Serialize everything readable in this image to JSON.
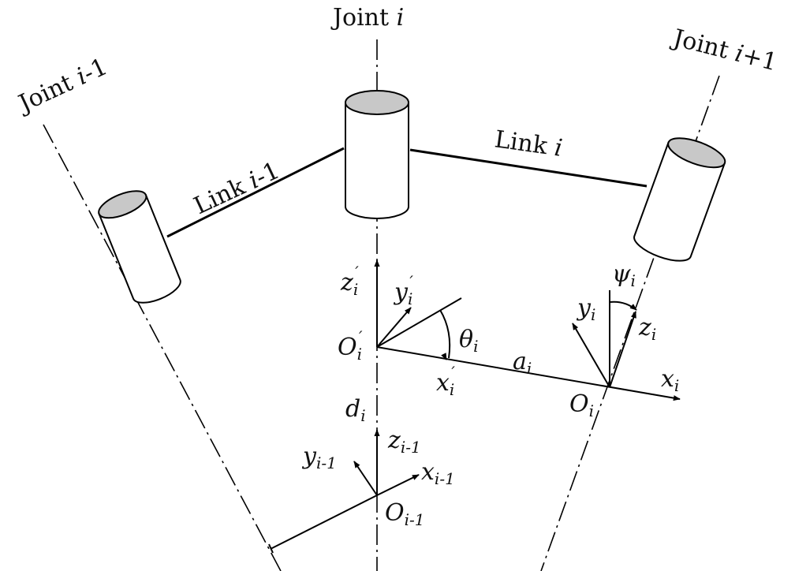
{
  "labels": {
    "joint_prev_word": "Joint",
    "joint_prev_idx": "i",
    "joint_prev_off": "-1",
    "joint_cur_word": "Joint",
    "joint_cur_idx": "i",
    "joint_next_word": "Joint",
    "joint_next_idx": "i",
    "joint_next_off": "+1",
    "link_prev_word": "Link",
    "link_prev_idx": "i",
    "link_prev_off": "-1",
    "link_cur_word": "Link",
    "link_cur_idx": "i"
  },
  "symbols": {
    "z_prime": "z",
    "z_prime_sub": "i",
    "z_prime_mark": "′",
    "y_prime": "y",
    "y_prime_sub": "i",
    "y_prime_mark": "′",
    "x_prime": "x",
    "x_prime_sub": "i",
    "x_prime_mark": "′",
    "o_prime": "O",
    "o_prime_sub": "i",
    "o_prime_mark": "′",
    "theta": "θ",
    "theta_sub": "i",
    "a": "a",
    "a_sub": "i",
    "d": "d",
    "d_sub": "i",
    "psi": "ψ",
    "psi_sub": "i",
    "y_i": "y",
    "y_i_sub": "i",
    "z_i": "z",
    "z_i_sub": "i",
    "x_i": "x",
    "x_i_sub": "i",
    "o_i": "O",
    "o_i_sub": "i",
    "z_prev": "z",
    "z_prev_sub": "i-1",
    "y_prev": "y",
    "y_prev_sub": "i-1",
    "x_prev": "x",
    "x_prev_sub": "i-1",
    "o_prev": "O",
    "o_prev_sub": "i-1"
  }
}
